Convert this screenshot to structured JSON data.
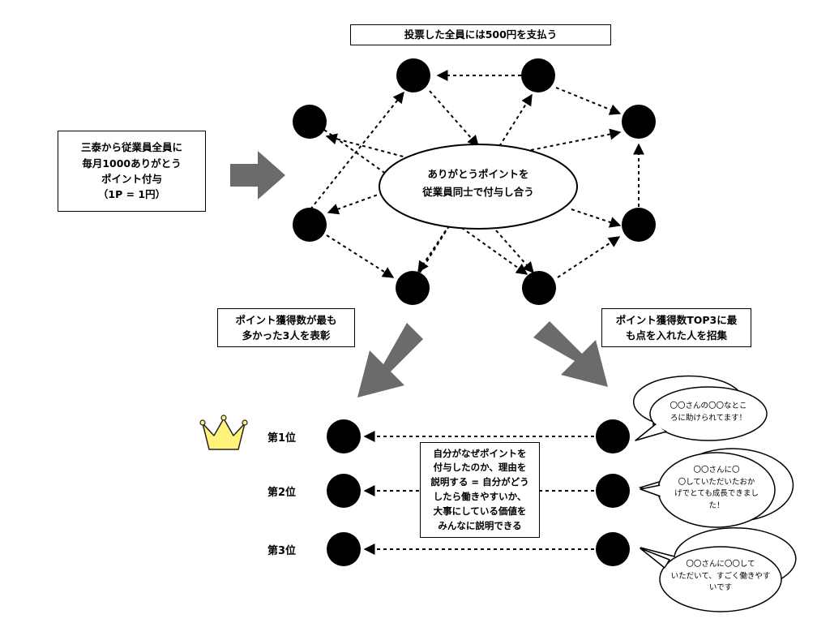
{
  "top_label": "投票した全員には500円を支払う",
  "left_label": "三泰から従業員全員に\n毎月1000ありがとう\nポイント付与\n（1P = 1円）",
  "center_label": "ありがとうポイントを\n従業員同士で付与し合う",
  "mid_left_label": "ポイント獲得数が最も\n多かった3人を表彰",
  "mid_right_label": "ポイント獲得数TOP3に最\nも点を入れた人を招集",
  "bottom_center_label": "自分がなぜポイントを\n付与したのか、理由を\n説明する = 自分がどう\nしたら働きやすいか、\n大事にしている価値を\nみんなに説明できる",
  "ranks": [
    "第1位",
    "第2位",
    "第3位"
  ],
  "speech_bubbles": [
    "〇〇さんの〇〇なとこ\nろに助けられてます！",
    "〇〇さんに〇\n〇していただいたおか\nげでとても成長できまし\nた！",
    "〇〇さんに〇〇して\nいただいて、すごく働きやす\nいです"
  ],
  "icons": {
    "crown": "crown-icon"
  },
  "colors": {
    "arrow": "#6b6b6b",
    "crown_fill": "#fff27a",
    "node": "#000000"
  }
}
